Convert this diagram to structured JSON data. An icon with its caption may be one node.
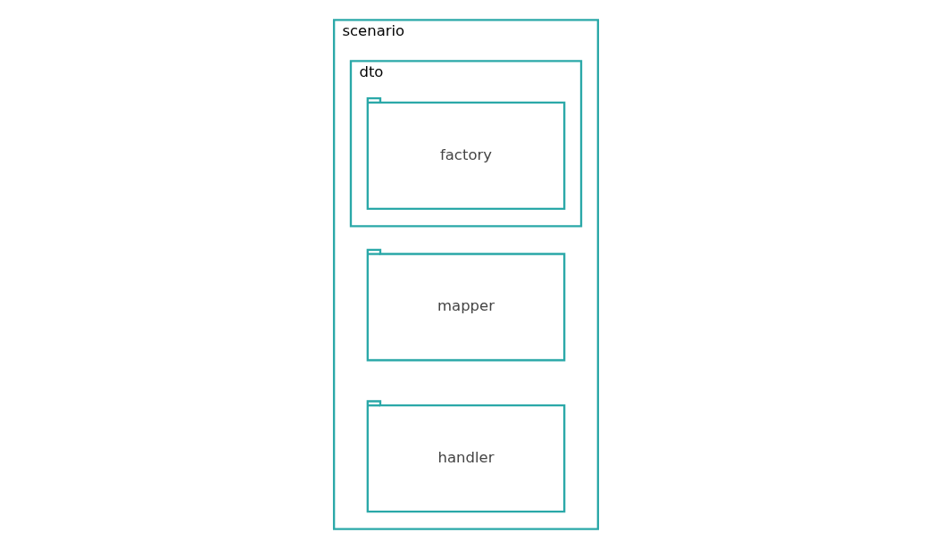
{
  "diagram": {
    "nodes": [
      {
        "text": [
          "scenario"
        ]
      },
      {
        "text": [
          "mapper"
        ],
        "in": 0
      },
      {
        "text": [
          "dto"
        ],
        "in": 0
      },
      {
        "text": [
          "factory"
        ],
        "in": 2
      },
      {
        "text": [
          "handler"
        ],
        "in": 0
      }
    ]
  }
}
